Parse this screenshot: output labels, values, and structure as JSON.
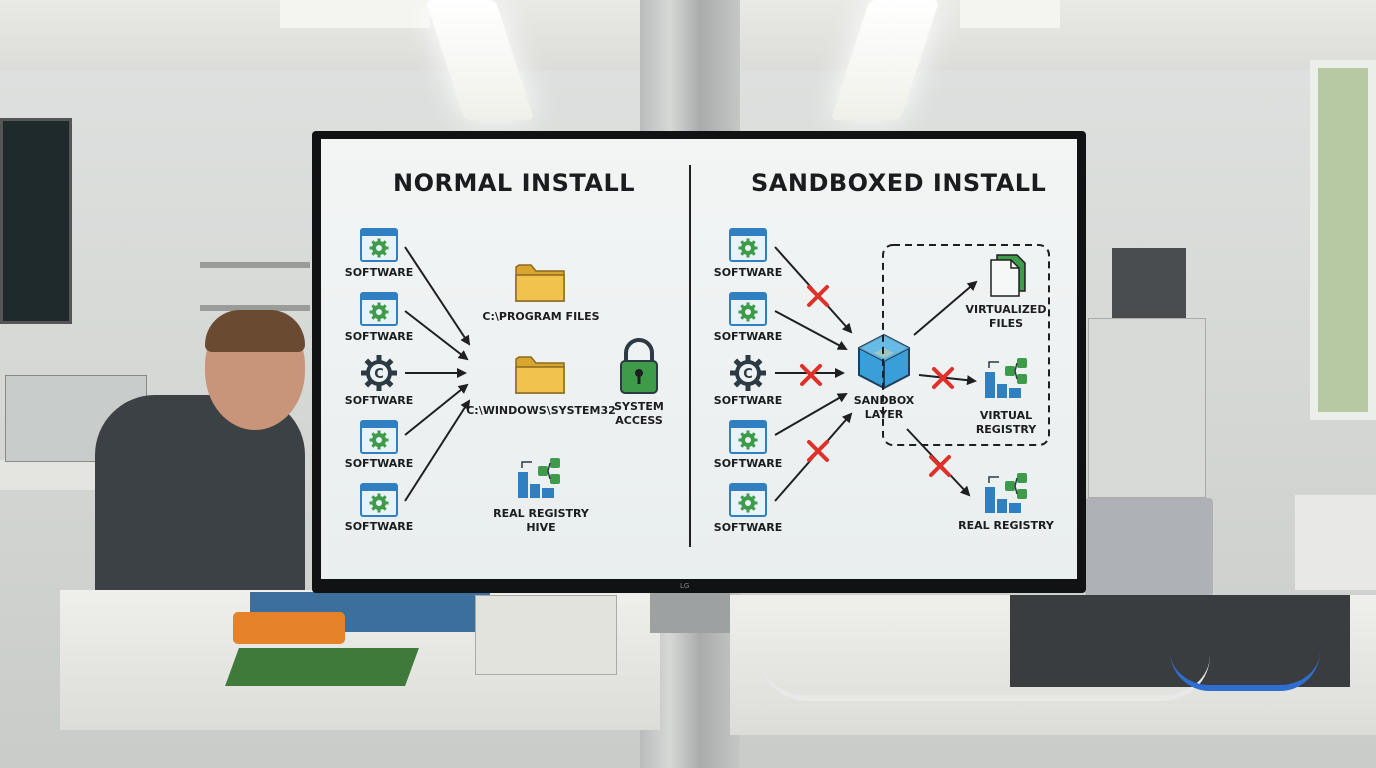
{
  "normal": {
    "title": "NORMAL INSTALL",
    "software_items": [
      "SOFTWARE",
      "SOFTWARE",
      "SOFTWARE",
      "SOFTWARE",
      "SOFTWARE"
    ],
    "program_files": "C:\\PROGRAM FILES",
    "windows_system32": "C:\\WINDOWS\\SYSTEM32",
    "system_access": "SYSTEM\nACCESS",
    "real_registry_hive": "REAL REGISTRY\nHIVE"
  },
  "sandboxed": {
    "title": "SANDBOXED INSTALL",
    "software_items": [
      "SOFTWARE",
      "SOFTWARE",
      "SOFTWARE",
      "SOFTWARE",
      "SOFTWARE"
    ],
    "sandbox_layer": "SANDBOX\nLAYER",
    "virtualized_files": "VIRTUALIZED\nFILES",
    "virtual_registry": "VIRTUAL\nREGISTRY",
    "real_registry": "REAL REGISTRY"
  },
  "monitor_brand": "LG",
  "colors": {
    "accent_green": "#3e9b4a",
    "icon_blue": "#2f7fc1",
    "folder_yellow": "#f2c24e",
    "blocked_red": "#e0302a",
    "sandbox_cube": "#3a9fd8"
  },
  "icons": [
    "app-window-gear-icon",
    "gear-c-icon",
    "folder-icon",
    "padlock-icon",
    "registry-icon",
    "sandbox-cube-icon",
    "file-stack-icon",
    "red-x-icon"
  ]
}
